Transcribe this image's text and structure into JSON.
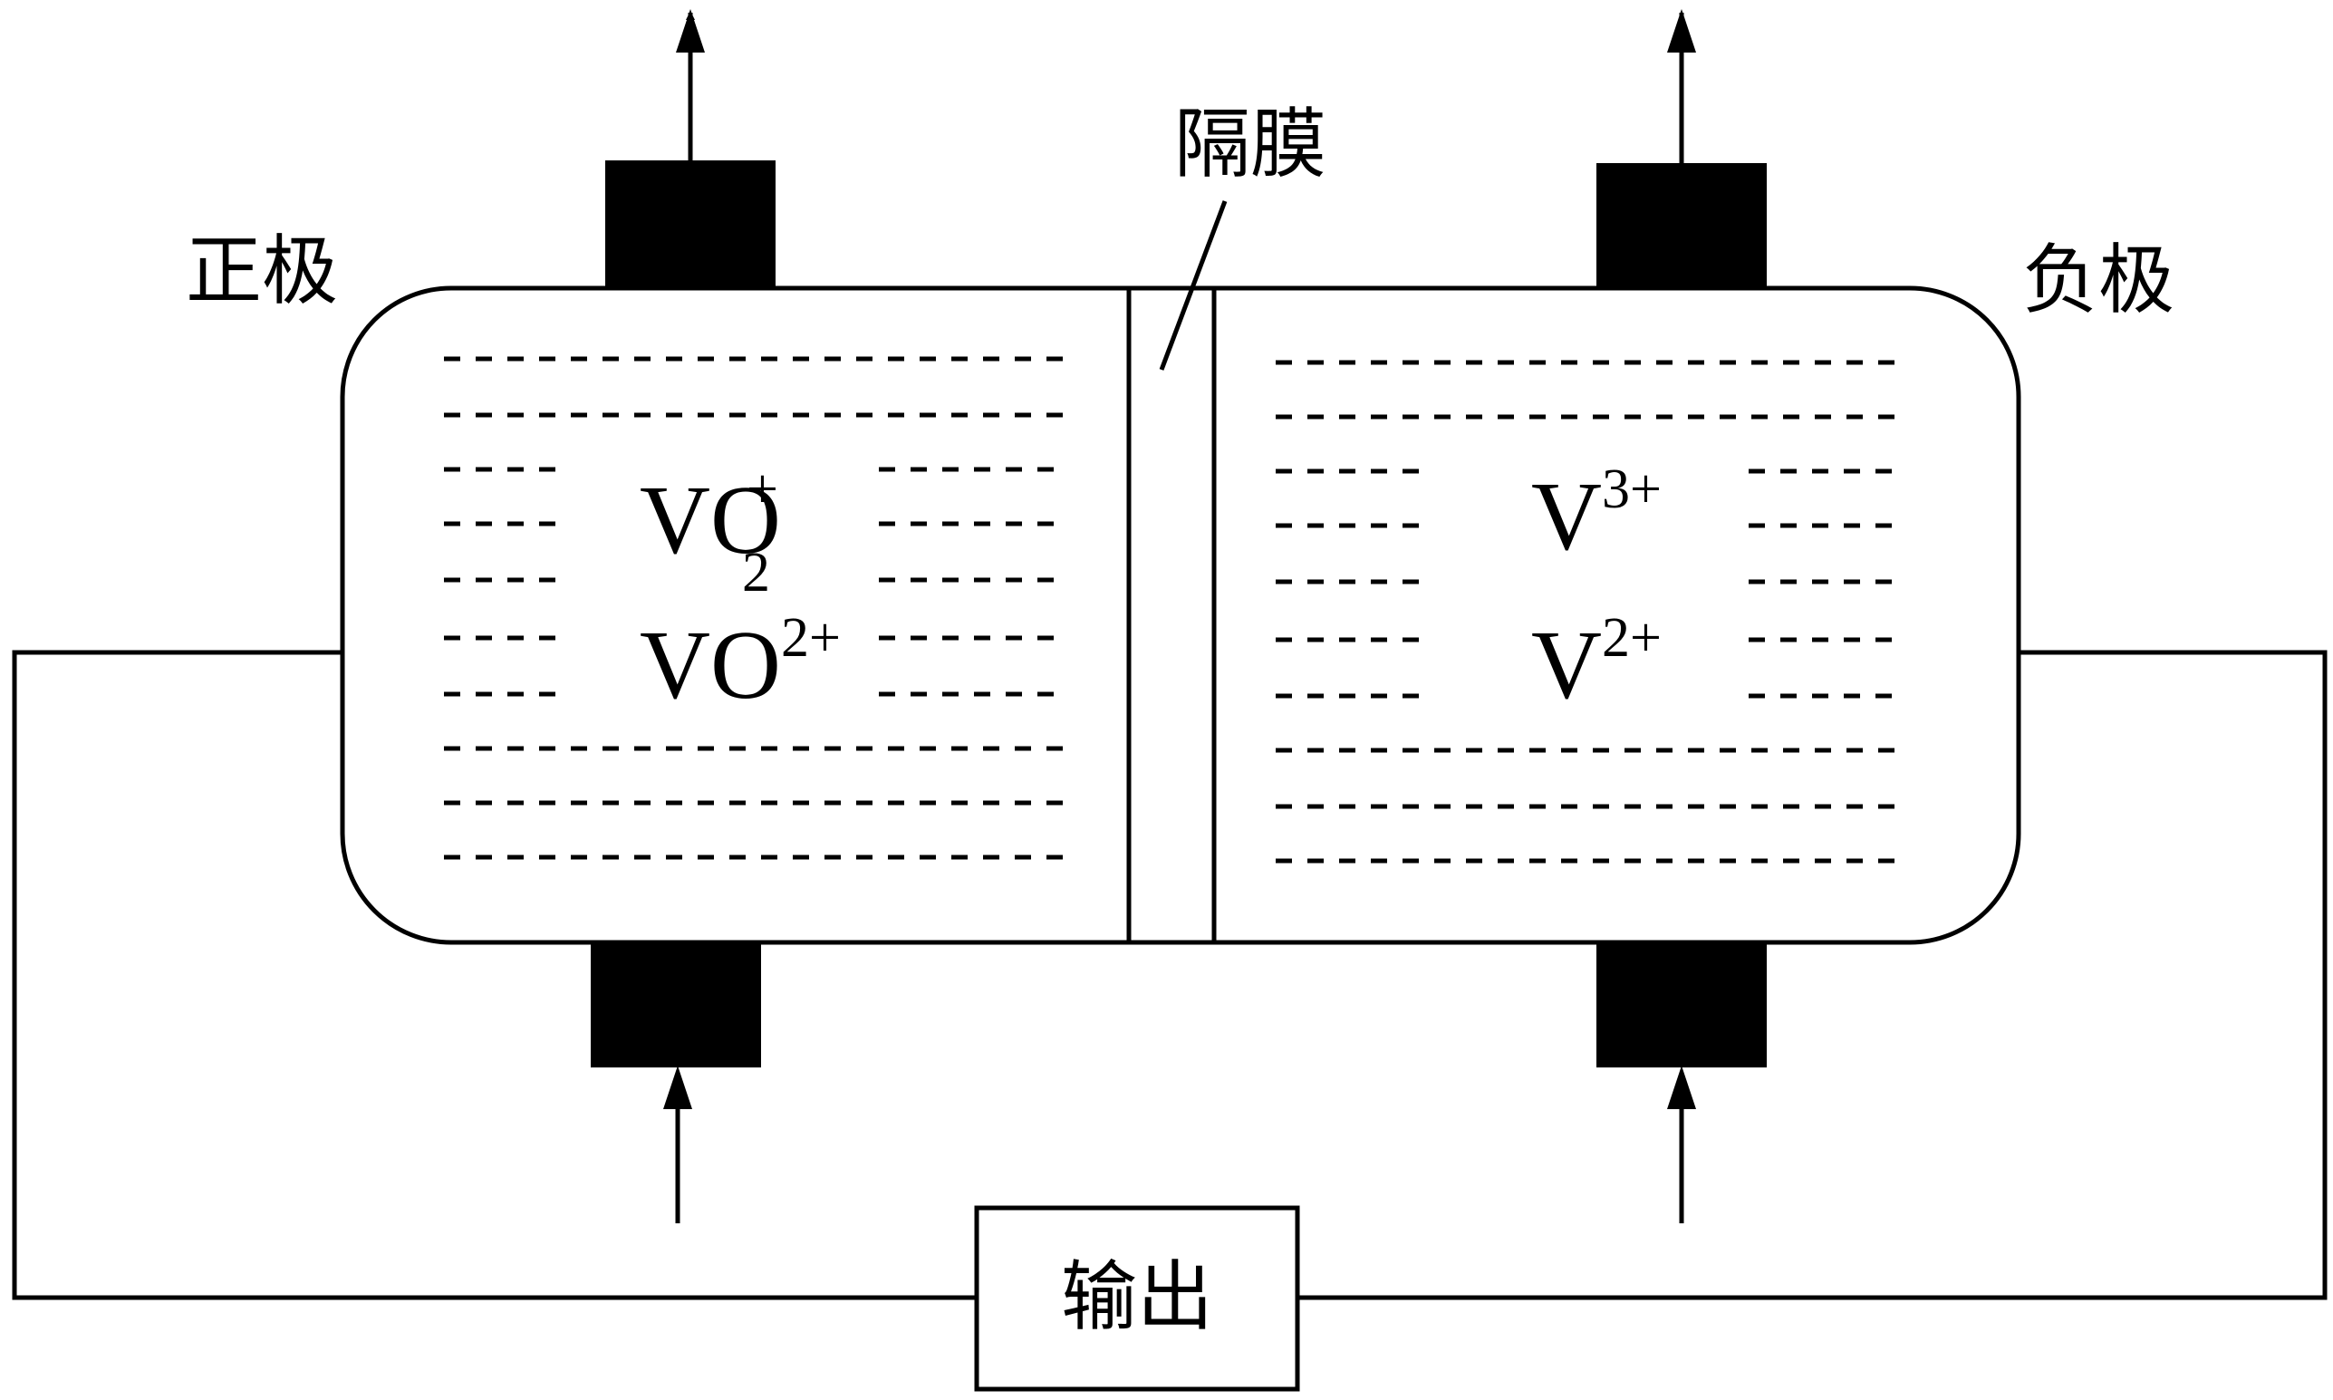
{
  "labels": {
    "positive_electrode": "正极",
    "negative_electrode": "负极",
    "membrane": "隔膜",
    "output": "输出"
  },
  "positive_ions": [
    {
      "base": "VO",
      "sub": "2",
      "sup": "+"
    },
    {
      "base": "VO",
      "sub": "",
      "sup": "2+"
    }
  ],
  "negative_ions": [
    {
      "base": "V",
      "sub": "",
      "sup": "3+"
    },
    {
      "base": "V",
      "sub": "",
      "sup": "2+"
    }
  ]
}
